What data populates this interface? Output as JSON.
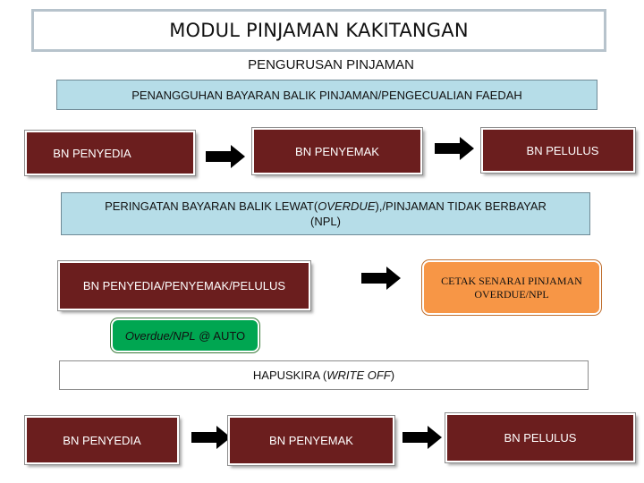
{
  "title": "MODUL PINJAMAN KAKITANGAN",
  "subtitle": "PENGURUSAN PINJAMAN",
  "section1": {
    "header": "PENANGGUHAN BAYARAN BALIK PINJAMAN/PENGECUALIAN FAEDAH",
    "steps": [
      "BN PENYEDIA",
      "BN PENYEMAK",
      "BN PELULUS"
    ]
  },
  "section2": {
    "header_part1": "PERINGATAN BAYARAN BALIK LEWAT(",
    "header_italic": "OVERDUE",
    "header_part2": "),/PINJAMAN TIDAK BERBAYAR",
    "header_line2": "(NPL)",
    "source": "BN PENYEDIA/PENYEMAK/PELULUS",
    "output_line1": "CETAK SENARAI PINJAMAN",
    "output_line2": "OVERDUE/NPL",
    "auto_italic": "Overdue/NPL",
    "auto_rest": " @ AUTO"
  },
  "section3": {
    "header_part1": "HAPUSKIRA (",
    "header_italic": "WRITE OFF",
    "header_part2": ")",
    "steps": [
      "BN PENYEDIA",
      "BN PENYEMAK",
      "BN PELULUS"
    ]
  },
  "colors": {
    "step_box": "#6b1e1e",
    "header_band": "#b6dde8",
    "output_box": "#f79646",
    "auto_badge": "#00a651",
    "arrow": "#000000"
  },
  "icons": [
    "arrow-right-icon"
  ]
}
